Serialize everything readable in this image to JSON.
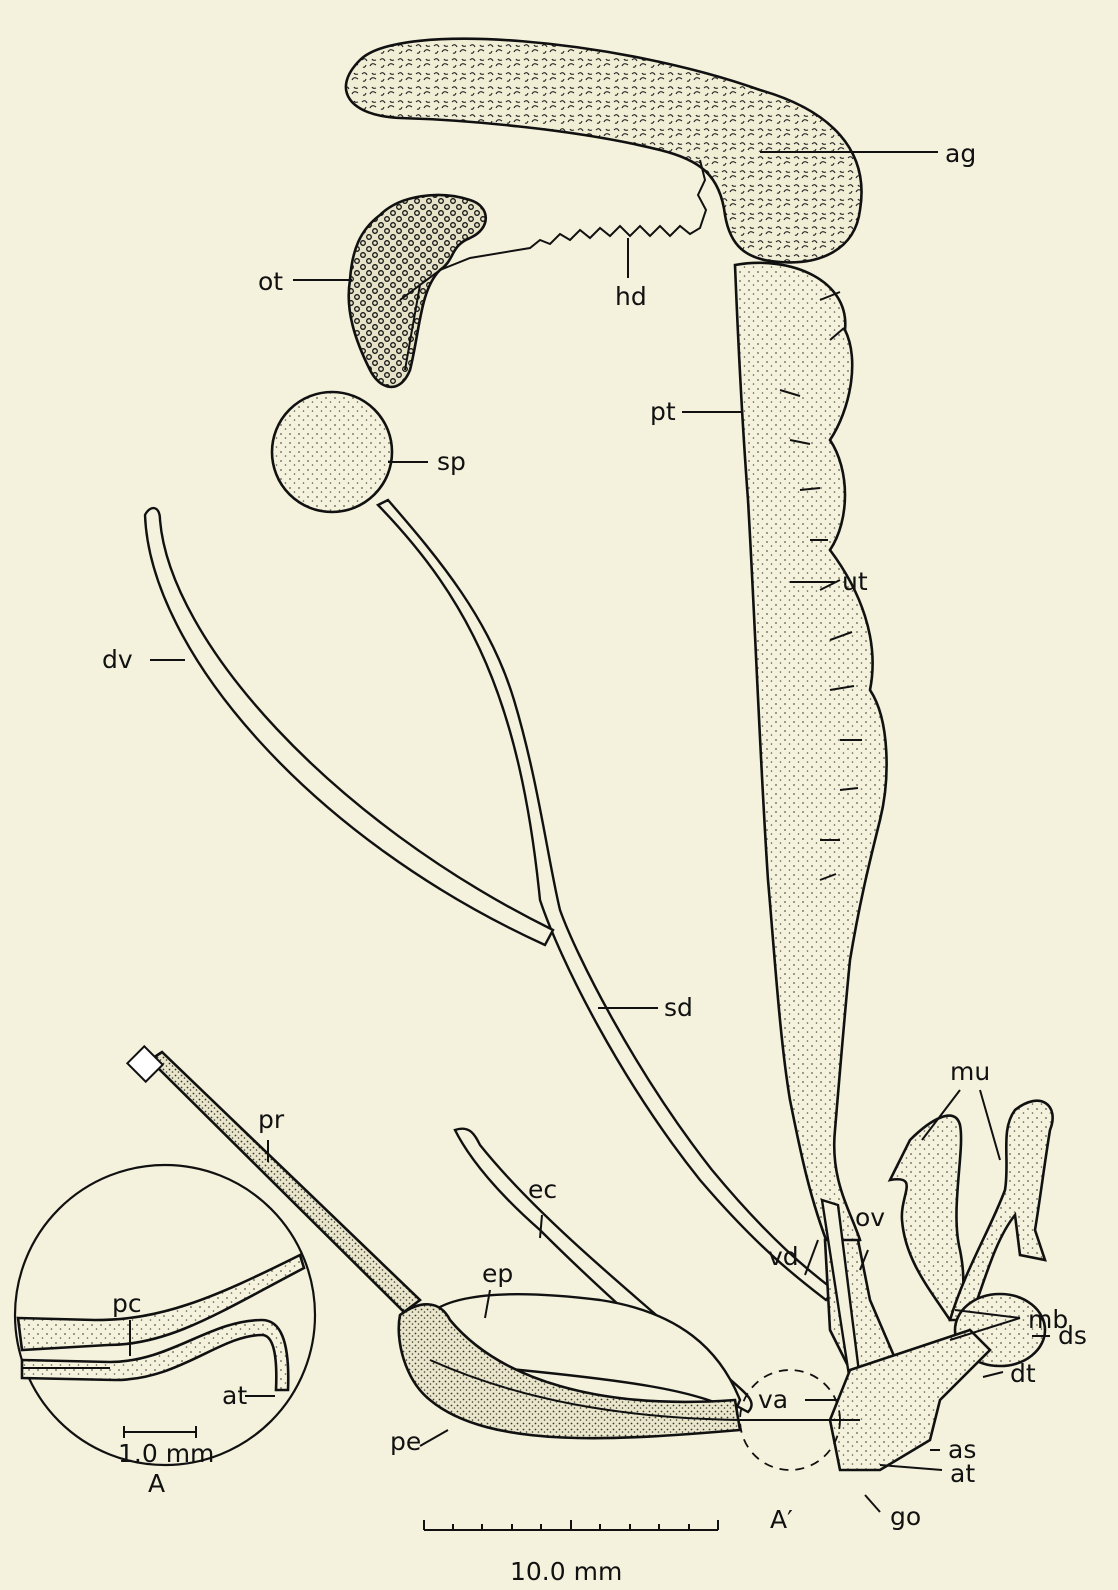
{
  "colors": {
    "background": "#f4f2dd",
    "ink": "#111111",
    "stipple": "#8a8670"
  },
  "labels": {
    "ag": "ag",
    "ot": "ot",
    "hd": "hd",
    "pt": "pt",
    "sp": "sp",
    "dv": "dv",
    "ut": "ut",
    "sd": "sd",
    "mu": "mu",
    "pr": "pr",
    "ec": "ec",
    "ov": "ov",
    "vd": "vd",
    "pc": "pc",
    "ep": "ep",
    "mb": "mb",
    "ds": "ds",
    "va": "va",
    "dt": "dt",
    "at": "at",
    "pe": "pe",
    "as": "as",
    "at2": "at",
    "go": "go",
    "inset": "A",
    "inset_ref": "A′"
  },
  "scales": {
    "main": "10.0 mm",
    "inset": "1.0 mm"
  }
}
